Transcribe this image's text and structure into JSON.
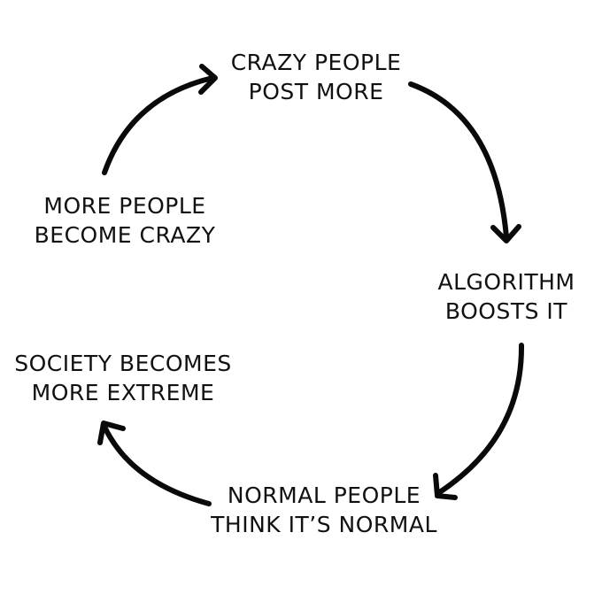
{
  "nodes": [
    {
      "id": "crazy-people-post-more",
      "lines": [
        "CRAZY PEOPLE",
        "POST MORE"
      ]
    },
    {
      "id": "algorithm-boosts-it",
      "lines": [
        "ALGORITHM",
        "BOOSTS IT"
      ]
    },
    {
      "id": "normal-people-think-normal",
      "lines": [
        "NORMAL PEOPLE",
        "THINK IT’S NORMAL"
      ]
    },
    {
      "id": "society-becomes-more-extreme",
      "lines": [
        "SOCIETY BECOMES",
        "MORE EXTREME"
      ]
    },
    {
      "id": "more-people-become-crazy",
      "lines": [
        "MORE PEOPLE",
        "BECOME CRAZY"
      ]
    }
  ],
  "arrows": [
    {
      "from": "crazy-people-post-more",
      "to": "algorithm-boosts-it"
    },
    {
      "from": "algorithm-boosts-it",
      "to": "normal-people-think-normal"
    },
    {
      "from": "normal-people-think-normal",
      "to": "society-becomes-more-extreme"
    },
    {
      "from": "more-people-become-crazy",
      "to": "crazy-people-post-more"
    }
  ],
  "colors": {
    "ink": "#111111",
    "background": "#ffffff"
  }
}
